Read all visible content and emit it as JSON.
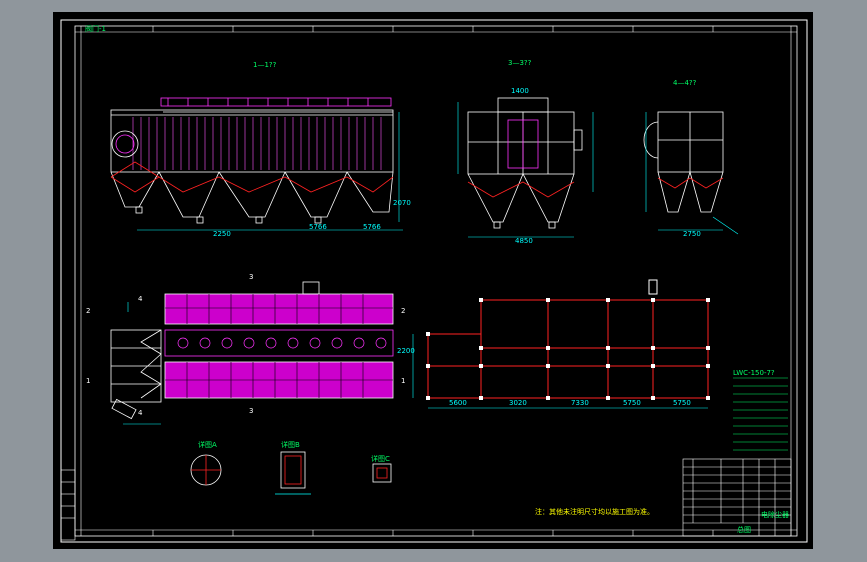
{
  "viewport": {
    "background": "#000000",
    "frame_color": "#8f969c"
  },
  "colors": {
    "frame": "#ffffff",
    "steel": "#ff2222",
    "filter": "#ff00ff",
    "dim": "#00ffff",
    "note": "#ffff00",
    "text": "#00ff66"
  },
  "title_top_left": "阀门-1",
  "views": {
    "front": "1—1??",
    "side": "3—3??",
    "end": "4—4??"
  },
  "section_markers": {
    "m1": "1",
    "m2": "2",
    "m3": "3",
    "m4": "4"
  },
  "plan_dims": [
    "5600",
    "3020",
    "7330",
    "5750",
    "5750"
  ],
  "plan_height": "2200",
  "front_dims": {
    "span": "2250",
    "d1": "5766",
    "d2": "5766",
    "height": "2070"
  },
  "side_dims": {
    "w": "4850",
    "top": "1400"
  },
  "end_dims": {
    "w": "2750"
  },
  "detail_labels": {
    "a": "详图A",
    "b": "详图B",
    "c": "详图C"
  },
  "notes_title": "LWC-150-7?",
  "bottom_note": "注：其他未注明尺寸均以施工图为准。",
  "title_block": {
    "name": "电除尘器",
    "drawing": "总图"
  }
}
